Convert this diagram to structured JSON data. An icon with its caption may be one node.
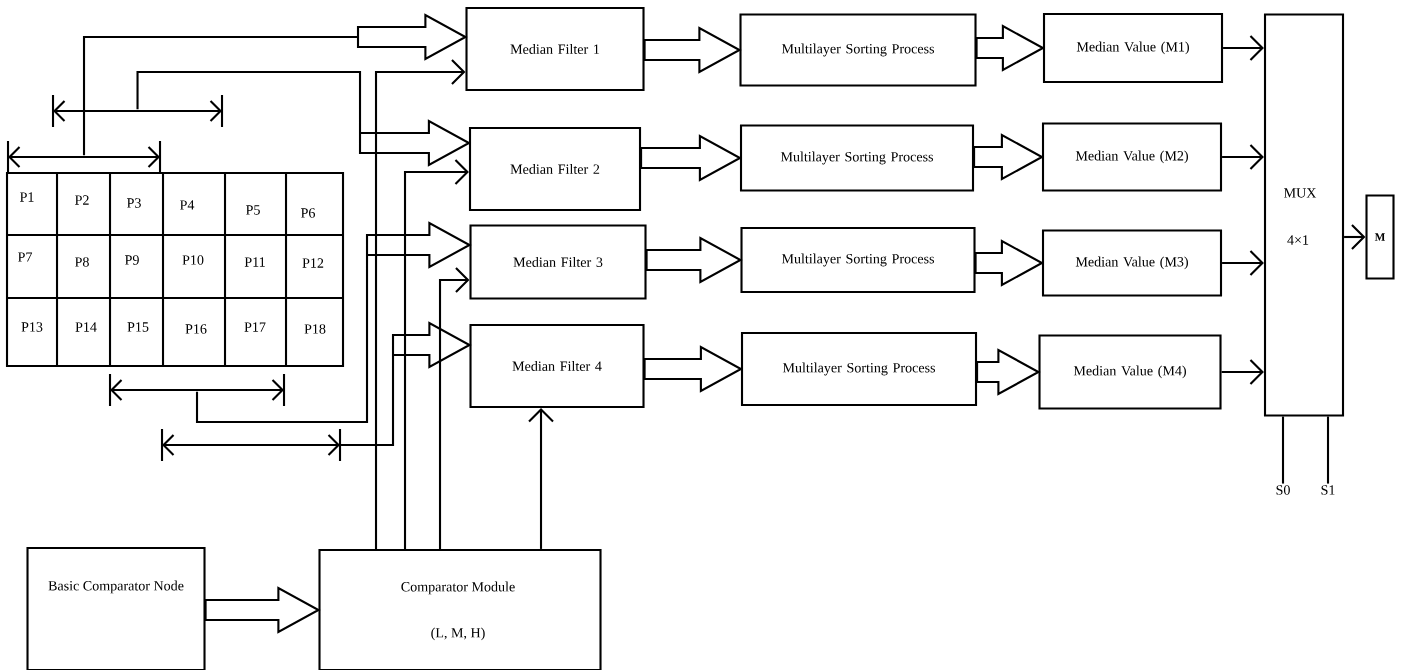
{
  "diagram": {
    "nodes": [
      {
        "text": [],
        "shape": "bracket"
      },
      {
        "text": [],
        "shape": "bracket"
      },
      {
        "text": [
          "P1",
          "P2",
          "P3",
          "P4",
          "P5",
          "P6",
          "P7",
          "P8",
          "P9",
          "P10",
          "P11",
          "P12",
          "P13",
          "P14",
          "P15",
          "P16",
          "P17",
          "P18"
        ]
      },
      {
        "text": [],
        "shape": "bracket"
      },
      {
        "text": [],
        "shape": "bracket"
      },
      {
        "text": [
          "Median Filter 1"
        ]
      },
      {
        "text": [
          "Multilayer Sorting Process"
        ]
      },
      {
        "text": [
          "Median Value (M1)"
        ]
      },
      {
        "text": [
          "Median Filter 2"
        ]
      },
      {
        "text": [
          "Multilayer Sorting Process"
        ]
      },
      {
        "text": [
          "Median Value (M2)"
        ]
      },
      {
        "text": [
          "Median Filter 3"
        ]
      },
      {
        "text": [
          "Multilayer Sorting Process"
        ]
      },
      {
        "text": [
          "Median Value (M3)"
        ]
      },
      {
        "text": [
          "Median Filter 4"
        ]
      },
      {
        "text": [
          "Multilayer Sorting Process"
        ]
      },
      {
        "text": [
          "Median Value (M4)"
        ]
      },
      {
        "text": [
          "MUX",
          "4×1"
        ]
      },
      {
        "text": [
          "M"
        ]
      },
      {
        "text": [
          "S0"
        ]
      },
      {
        "text": [
          "S1"
        ]
      },
      {
        "text": [
          "Basic Comparator Node"
        ]
      },
      {
        "text": [
          "Comparator Module",
          "(L, M, H)"
        ]
      }
    ],
    "edges": [
      {
        "from": 1,
        "to": 5,
        "arrow": "to",
        "style": "thick"
      },
      {
        "from": 0,
        "to": 8,
        "arrow": "to",
        "style": "thick"
      },
      {
        "from": 3,
        "to": 11,
        "arrow": "to",
        "style": "thick"
      },
      {
        "from": 4,
        "to": 14,
        "arrow": "to",
        "style": "thick"
      },
      {
        "from": 22,
        "to": 5,
        "arrow": "to"
      },
      {
        "from": 22,
        "to": 8,
        "arrow": "to"
      },
      {
        "from": 22,
        "to": 11,
        "arrow": "to"
      },
      {
        "from": 22,
        "to": 14,
        "arrow": "to"
      },
      {
        "from": 5,
        "to": 6,
        "arrow": "to",
        "style": "thick"
      },
      {
        "from": 6,
        "to": 7,
        "arrow": "to",
        "style": "thick"
      },
      {
        "from": 8,
        "to": 9,
        "arrow": "to",
        "style": "thick"
      },
      {
        "from": 9,
        "to": 10,
        "arrow": "to",
        "style": "thick"
      },
      {
        "from": 11,
        "to": 12,
        "arrow": "to",
        "style": "thick"
      },
      {
        "from": 12,
        "to": 13,
        "arrow": "to",
        "style": "thick"
      },
      {
        "from": 14,
        "to": 15,
        "arrow": "to",
        "style": "thick"
      },
      {
        "from": 15,
        "to": 16,
        "arrow": "to",
        "style": "thick"
      },
      {
        "from": 7,
        "to": 17,
        "arrow": "to"
      },
      {
        "from": 10,
        "to": 17,
        "arrow": "to"
      },
      {
        "from": 13,
        "to": 17,
        "arrow": "to"
      },
      {
        "from": 16,
        "to": 17,
        "arrow": "to"
      },
      {
        "from": 17,
        "to": 18,
        "arrow": "to"
      },
      {
        "from": 17,
        "to": 19,
        "arrow": "none"
      },
      {
        "from": 17,
        "to": 20,
        "arrow": "none"
      },
      {
        "from": 21,
        "to": 22,
        "arrow": "to",
        "style": "thick"
      }
    ]
  }
}
